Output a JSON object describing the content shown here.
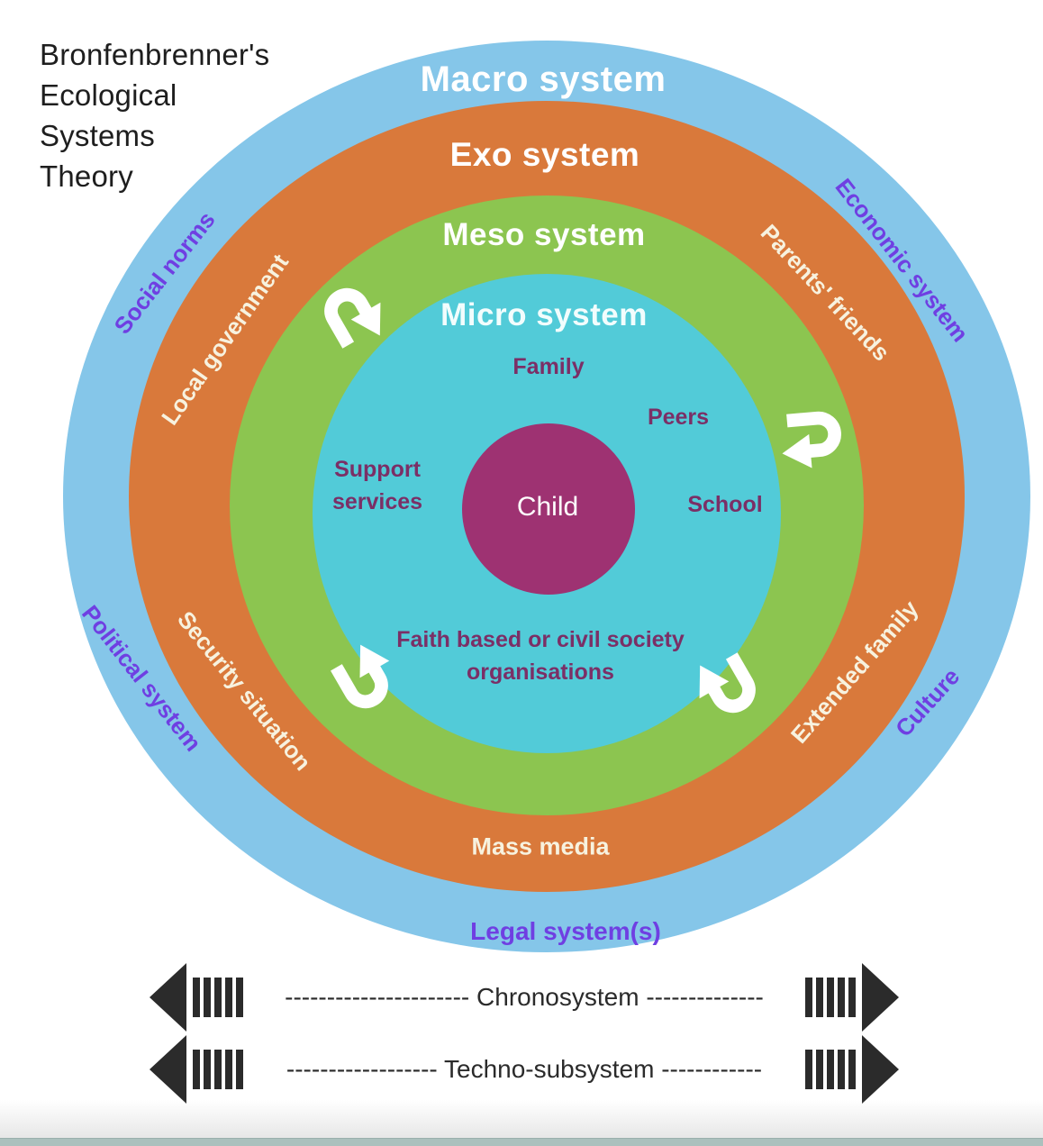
{
  "title": {
    "lines": [
      "Bronfenbrenner's",
      "Ecological",
      "Systems",
      "Theory"
    ]
  },
  "rings": {
    "macro": {
      "title": "Macro system",
      "color": "#85C6E9"
    },
    "exo": {
      "title": "Exo system",
      "color": "#D9793B"
    },
    "meso": {
      "title": "Meso system",
      "color": "#8CC550"
    },
    "micro": {
      "title": "Micro system",
      "color": "#52CBD8"
    }
  },
  "center": {
    "label": "Child",
    "color": "#9E3272"
  },
  "macro_items": {
    "social_norms": "Social norms",
    "economic_system": "Economic system",
    "political_system": "Political system",
    "culture": "Culture",
    "legal_systems": "Legal system(s)",
    "text_color": "#6F3FE2"
  },
  "exo_items": {
    "local_government": "Local government",
    "parents_friends": "Parents' friends",
    "security_situation": "Security situation",
    "extended_family": "Extended family",
    "mass_media": "Mass media",
    "text_color": "#F7F2DF"
  },
  "micro_items": {
    "family": "Family",
    "peers": "Peers",
    "support_line1": "Support",
    "support_line2": "services",
    "school": "School",
    "faith_line1": "Faith based or civil society",
    "faith_line2": "organisations",
    "text_color": "#7B2F66"
  },
  "cycle_arrows": {
    "icon": "u-turn-arrow-icon",
    "color": "#FFFFFF",
    "count": 4
  },
  "timeline": {
    "chronosystem_label": "---------------------- Chronosystem --------------",
    "techno_label": "------------------ Techno-subsystem ------------",
    "arrow_color": "#2B2B2B"
  },
  "footer": {
    "bottom_bar_color": "#ABC0BD"
  }
}
